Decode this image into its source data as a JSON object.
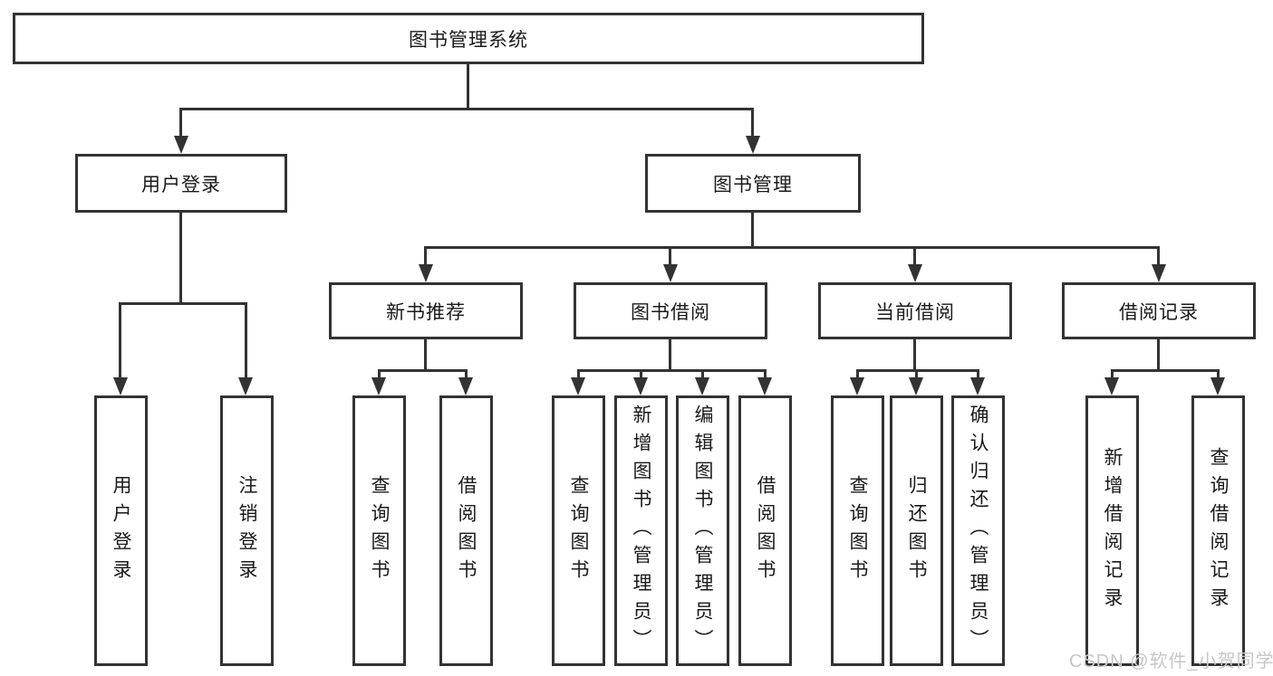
{
  "diagram": {
    "root": "图书管理系统",
    "level2": [
      {
        "label": "用户登录",
        "children": [
          "用户登录",
          "注销登录"
        ]
      },
      {
        "label": "图书管理"
      }
    ],
    "level3": [
      {
        "label": "新书推荐",
        "children": [
          "查询图书",
          "借阅图书"
        ]
      },
      {
        "label": "图书借阅",
        "children": [
          "查询图书",
          "新增图书（管理员）",
          "编辑图书（管理员）",
          "借阅图书"
        ]
      },
      {
        "label": "当前借阅",
        "children": [
          "查询图书",
          "归还图书",
          "确认归还（管理员）"
        ]
      },
      {
        "label": "借阅记录",
        "children": [
          "新增借阅记录",
          "查询借阅记录"
        ]
      }
    ],
    "watermark": "CSDN @软件_小贺同学",
    "colors": {
      "line": "#333333",
      "text": "#1a1a1a",
      "watermark": "#c7c7c7",
      "background": "#ffffff"
    }
  }
}
